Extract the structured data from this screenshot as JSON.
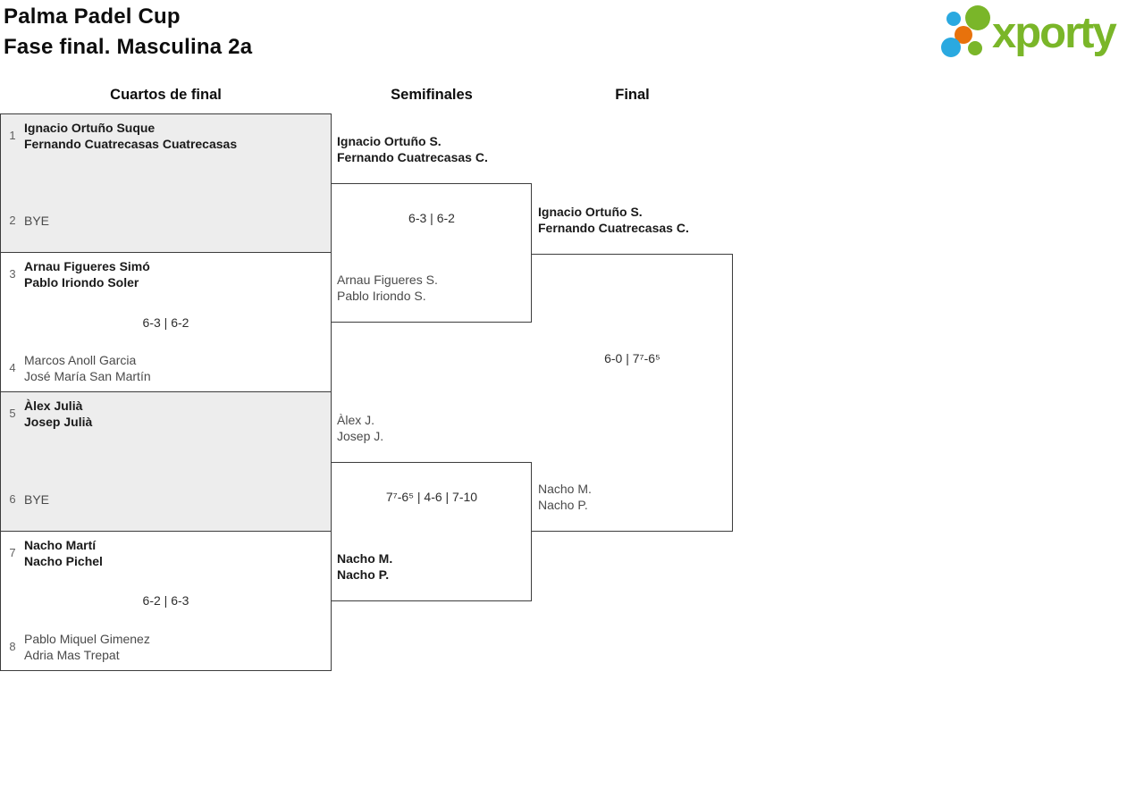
{
  "page_title": {
    "line1": "Palma Padel Cup",
    "line2": "Fase final. Masculina 2a"
  },
  "logo": {
    "brand": "xporty",
    "colors": {
      "green": "#7ab629",
      "blue": "#2aa9e0",
      "orange": "#e8720c"
    }
  },
  "round_headers": [
    {
      "label": "Cuartos de final"
    },
    {
      "label": "Semifinales"
    },
    {
      "label": "Final"
    }
  ],
  "bracket": {
    "quarterfinals": [
      {
        "match": "QF1",
        "top": {
          "seed": "1",
          "p1": "Ignacio Ortuño Suque",
          "p2": "Fernando Cuatrecasas Cuatrecasas",
          "winner": true
        },
        "bottom": {
          "seed": "2",
          "p1": "BYE",
          "p2": "",
          "winner": false
        },
        "score": ""
      },
      {
        "match": "QF2",
        "top": {
          "seed": "3",
          "p1": "Arnau Figueres Simó",
          "p2": "Pablo Iriondo Soler",
          "winner": true
        },
        "bottom": {
          "seed": "4",
          "p1": "Marcos Anoll Garcia",
          "p2": "José María San Martín",
          "winner": false
        },
        "score": "6-3 | 6-2"
      },
      {
        "match": "QF3",
        "top": {
          "seed": "5",
          "p1": "Àlex Julià",
          "p2": "Josep Julià",
          "winner": true
        },
        "bottom": {
          "seed": "6",
          "p1": "BYE",
          "p2": "",
          "winner": false
        },
        "score": ""
      },
      {
        "match": "QF4",
        "top": {
          "seed": "7",
          "p1": "Nacho Martí",
          "p2": "Nacho Pichel",
          "winner": true
        },
        "bottom": {
          "seed": "8",
          "p1": "Pablo Miquel Gimenez",
          "p2": "Adria Mas Trepat",
          "winner": false
        },
        "score": "6-2 | 6-3"
      }
    ],
    "semifinals": [
      {
        "match": "SF1",
        "top": {
          "p1": "Ignacio Ortuño S.",
          "p2": "Fernando Cuatrecasas C.",
          "winner": true
        },
        "bottom": {
          "p1": "Arnau Figueres S.",
          "p2": "Pablo Iriondo S.",
          "winner": false
        },
        "score": "6-3 | 6-2"
      },
      {
        "match": "SF2",
        "top": {
          "p1": "Àlex J.",
          "p2": "Josep J.",
          "winner": false
        },
        "bottom": {
          "p1": "Nacho M.",
          "p2": "Nacho P.",
          "winner": true
        },
        "score": "7⁷-6⁵ | 4-6 | 7-10"
      }
    ],
    "final": {
      "match": "Final",
      "top": {
        "p1": "Ignacio Ortuño S.",
        "p2": "Fernando Cuatrecasas C.",
        "winner": true
      },
      "bottom": {
        "p1": "Nacho M.",
        "p2": "Nacho P.",
        "winner": false
      },
      "score": "6-0 | 7⁷-6⁵"
    }
  }
}
